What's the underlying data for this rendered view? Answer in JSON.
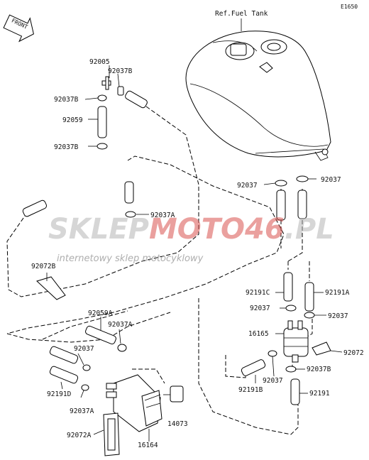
{
  "diagram": {
    "code": "E1650",
    "front_label": "FRONT",
    "ref_label": "Ref.Fuel Tank",
    "watermark": {
      "part1": "SKLEP",
      "part2": "MOTO",
      "part3": "46",
      "part4": ".PL",
      "tagline": "internetowy sklep motocyklowy"
    },
    "labels": {
      "p92005": "92005",
      "p92037B_top": "92037B",
      "p92037B_left": "92037B",
      "p92059": "92059",
      "p92037B_lower": "92037B",
      "p92037_tankL": "92037",
      "p92037_tankR": "92037",
      "p92037A_mid": "92037A",
      "p92072B": "92072B",
      "p92191C": "92191C",
      "p92191A": "92191A",
      "p92037_filterL": "92037",
      "p92037_filterR": "92037",
      "p16165": "16165",
      "p92072": "92072",
      "p92037B_filter": "92037B",
      "p92037_bottom": "92037",
      "p92191B": "92191B",
      "p92191": "92191",
      "p92059A": "92059A",
      "p92037A_can": "92037A",
      "p92037_can": "92037",
      "p92191D": "92191D",
      "p92037A_low": "92037A",
      "p14073": "14073",
      "p92072A": "92072A",
      "p16164": "16164"
    }
  }
}
